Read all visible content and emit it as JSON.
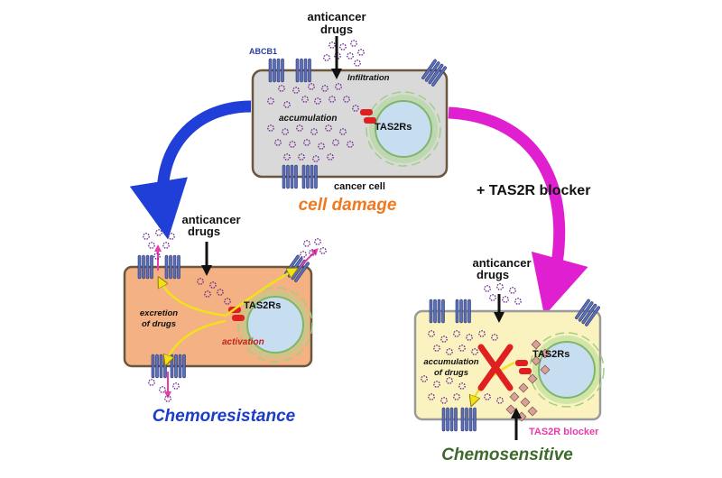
{
  "colors": {
    "top_cell_fill": "#d9d9d9",
    "resistant_cell_fill": "#f4b183",
    "sensitive_cell_fill": "#fbf3bf",
    "drug_purple": "#6b2a8c",
    "receptor_red": "#e02020",
    "blue_arrow": "#1f3fd8",
    "magenta_arrow": "#e020d0",
    "orange_text": "#f07820",
    "blue_text": "#1a3cc8",
    "green_text": "#3e6b2c",
    "pink_text": "#e83ca8",
    "yellow_arrow": "#f2e01c",
    "blocker_fill": "#d6a29a"
  },
  "top_cell": {
    "drugs_label_1": "anticancer",
    "drugs_label_2": "drugs",
    "transporter_label": "ABCB1",
    "infiltration_label": "Infiltration",
    "accumulation_label": "accumulation",
    "receptor_label": "TAS2Rs",
    "cell_label": "cancer cell",
    "caption": "cell damage"
  },
  "left_cell": {
    "drugs_label_1": "anticancer",
    "drugs_label_2": "drugs",
    "excretion_label_1": "excretion",
    "excretion_label_2": "of drugs",
    "receptor_label": "TAS2Rs",
    "activation_label": "activation",
    "caption": "Chemoresistance"
  },
  "right_cell": {
    "blocker_arrow_label": "+ TAS2R blocker",
    "drugs_label_1": "anticancer",
    "drugs_label_2": "drugs",
    "accumulation_label_1": "accumulation",
    "accumulation_label_2": "of drugs",
    "receptor_label": "TAS2Rs",
    "blocker_label": "TAS2R blocker",
    "caption": "Chemosensitive"
  }
}
